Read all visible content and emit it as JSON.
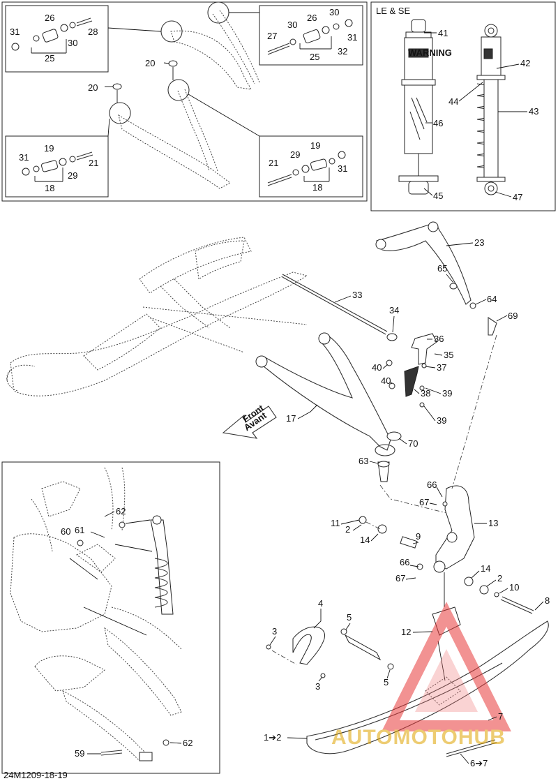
{
  "diagram": {
    "inset_title": "LE & SE",
    "figure_code": "24M1209-18-19",
    "direction_label_en": "Front",
    "direction_label_fr": "Avant",
    "warning_text": "WARNING",
    "watermark": "AUTOMOTOHUB",
    "callouts": {
      "c1_31": "31",
      "c1_26": "26",
      "c1_28": "28",
      "c1_30": "30",
      "c1_25": "25",
      "c2_27": "27",
      "c2_30a": "30",
      "c2_26": "26",
      "c2_30b": "30",
      "c2_31": "31",
      "c2_32": "32",
      "c2_25": "25",
      "c3_31": "31",
      "c3_19": "19",
      "c3_29": "29",
      "c3_21": "21",
      "c3_18": "18",
      "c4_21": "21",
      "c4_29": "29",
      "c4_19": "19",
      "c4_31": "31",
      "c4_18": "18",
      "c_20a": "20",
      "c_20b": "20",
      "s_41": "41",
      "s_42": "42",
      "s_44": "44",
      "s_43": "43",
      "s_46": "46",
      "s_45": "45",
      "s_47": "47",
      "m_23": "23",
      "m_65": "65",
      "m_64": "64",
      "m_69": "69",
      "m_33": "33",
      "m_34": "34",
      "m_36": "36",
      "m_35": "35",
      "m_40a": "40",
      "m_37": "37",
      "m_40b": "40",
      "m_38": "38",
      "m_39a": "39",
      "m_39b": "39",
      "m_17": "17",
      "m_70": "70",
      "m_63": "63",
      "m_66a": "66",
      "m_67a": "67",
      "m_13": "13",
      "m_11": "11",
      "m_2a": "2",
      "m_14a": "14",
      "m_9": "9",
      "m_66b": "66",
      "m_67b": "67",
      "m_14b": "14",
      "m_2b": "2",
      "m_10": "10",
      "m_8": "8",
      "m_4": "4",
      "m_5a": "5",
      "m_3a": "3",
      "m_12": "12",
      "m_5b": "5",
      "m_3b": "3",
      "m_7": "7",
      "m_1_2": "1➔2",
      "m_6_7": "6➔7",
      "b_62a": "62",
      "b_60": "60",
      "b_61": "61",
      "b_62b": "62",
      "b_59": "59"
    }
  }
}
